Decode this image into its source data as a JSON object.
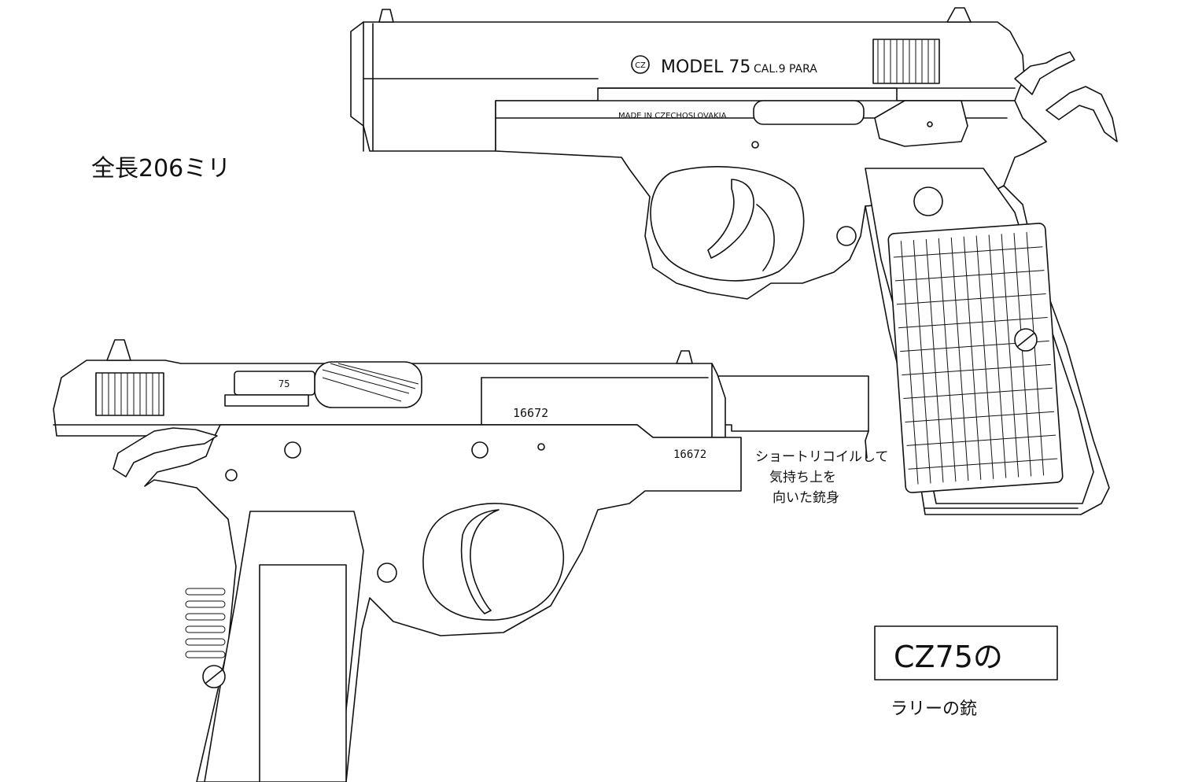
{
  "sheet": {
    "total_length_note": "全長206ミリ",
    "top_view": {
      "slide_marking": "MODEL 75",
      "caliber_marking": "CAL.9 PARA",
      "frame_marking": "MADE IN CZECHOSLOVAKIA",
      "logo_text": "CZ"
    },
    "bottom_view": {
      "barrel_stamp": "75",
      "slide_serial": "16672",
      "frame_serial": "16672"
    },
    "recoil_note": [
      "ショートリコイルして",
      "気持ち上を",
      "向いた銃身"
    ],
    "title_box": "CZ75の",
    "subtitle": "ラリーの銃"
  }
}
